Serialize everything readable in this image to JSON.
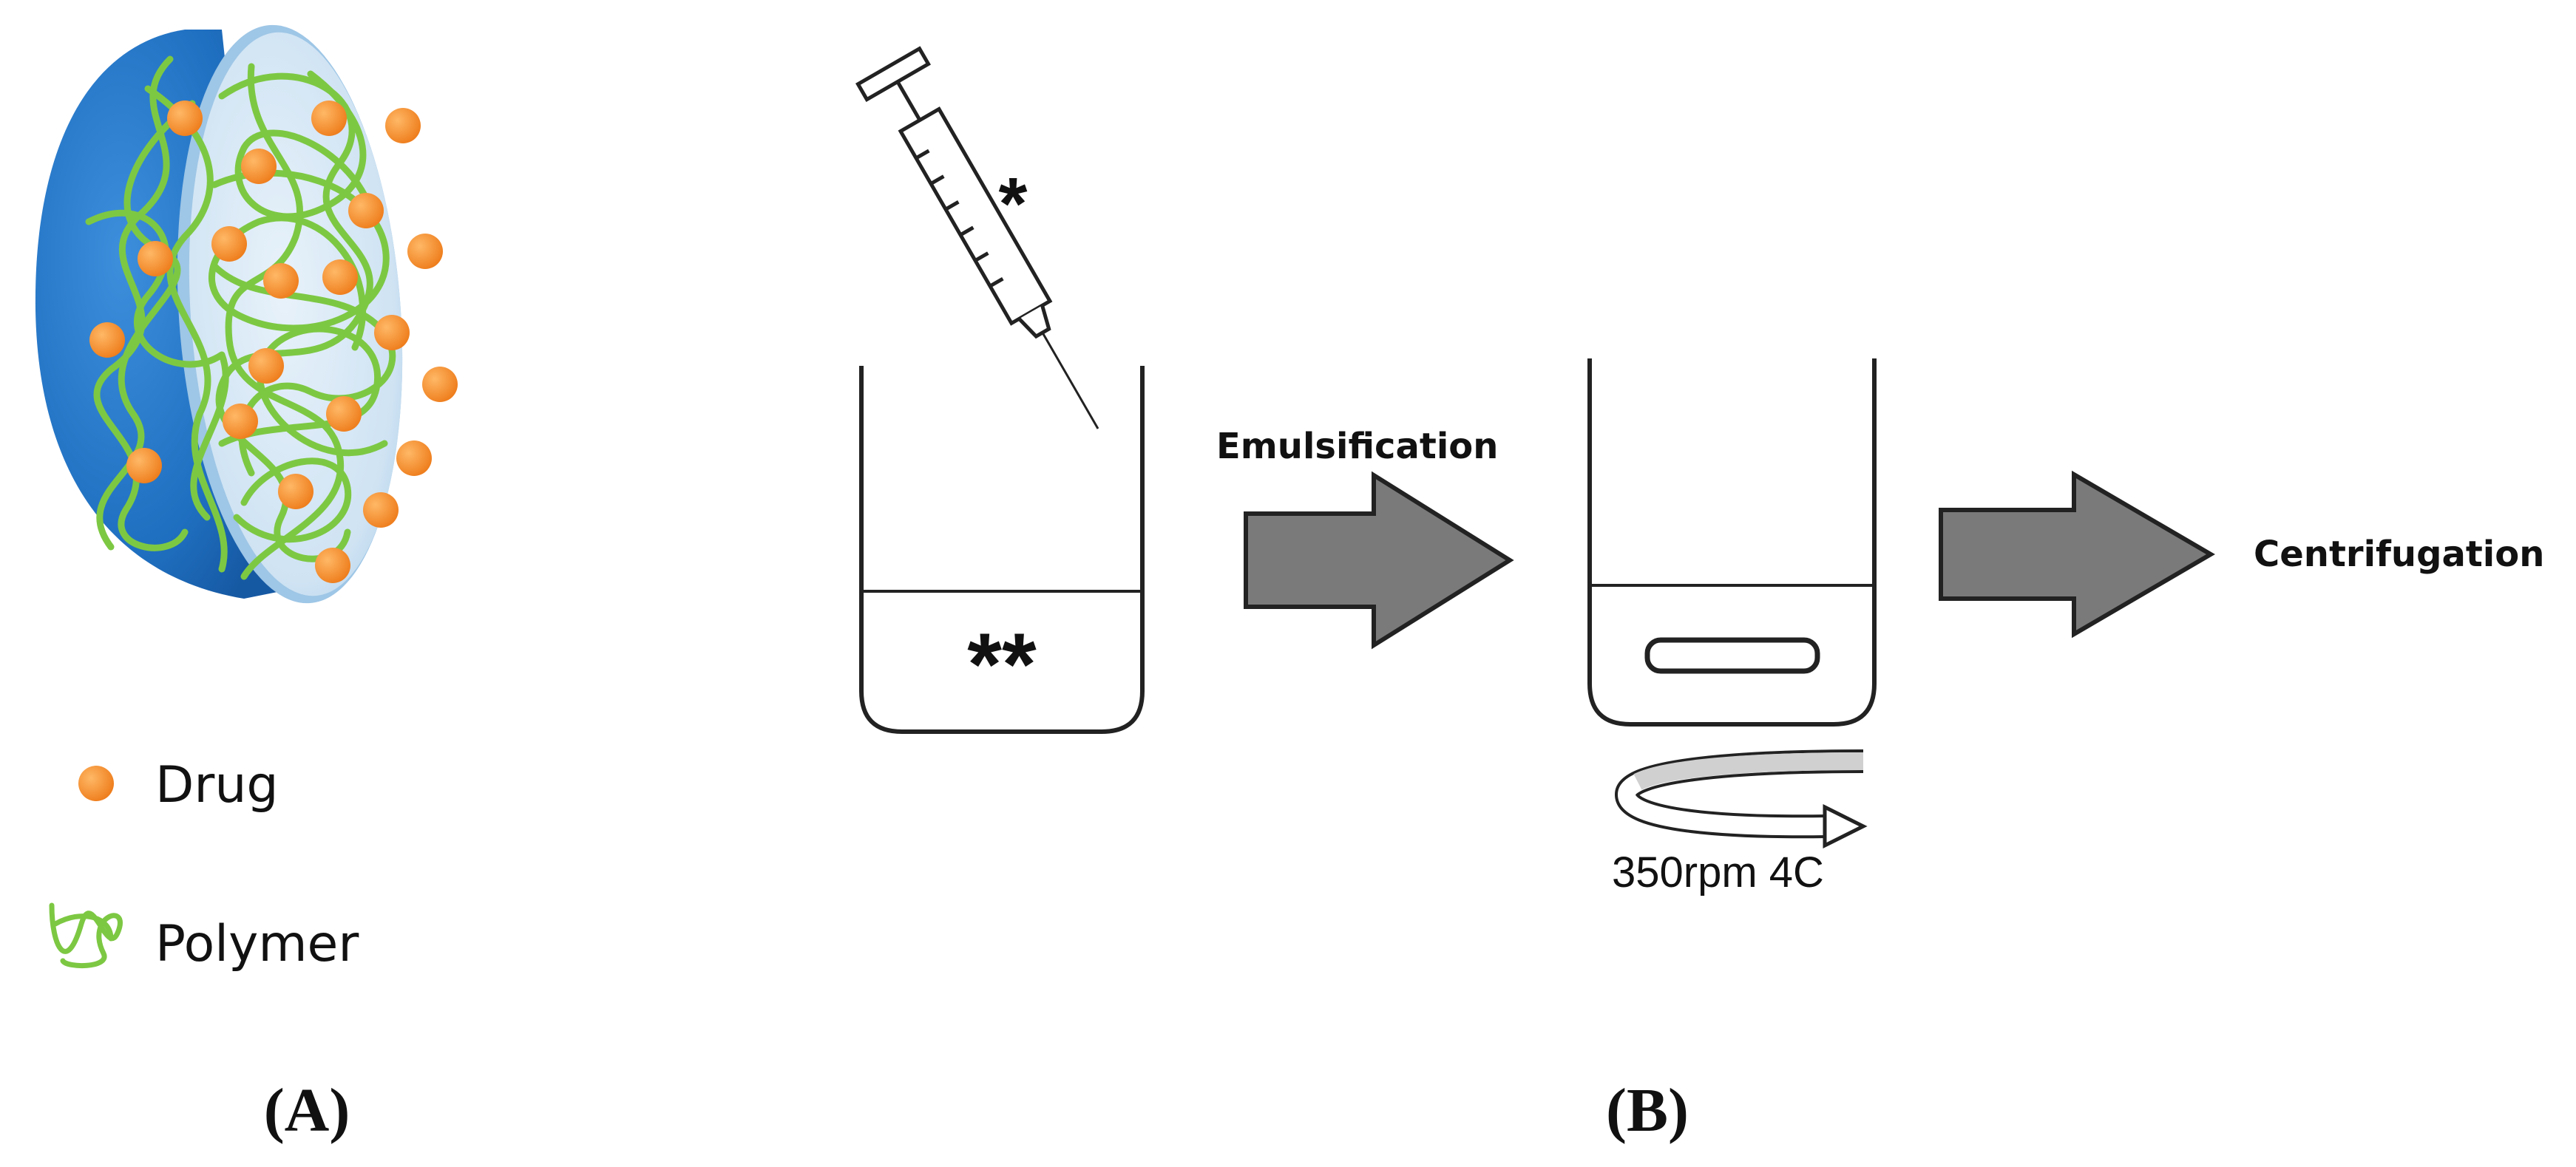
{
  "panel_a": {
    "label": "(A)",
    "legend": {
      "drug_label": "Drug",
      "polymer_label": "Polymer"
    },
    "colors": {
      "shell_outer": "#1f6fc0",
      "shell_inner": "#a9cce8",
      "cut_face": "#cfe3f3",
      "polymer": "#7dc843",
      "drug": "#f0892a"
    }
  },
  "panel_b": {
    "label": "(B)",
    "syringe_mark": "*",
    "beaker_mark": "**",
    "step1_label": "Emulsification",
    "step2_label": "Centrifugation",
    "stir_label": "350rpm 4C",
    "colors": {
      "arrow_fill": "#7a7a7a",
      "stir_band": "#d0d0d0"
    }
  }
}
